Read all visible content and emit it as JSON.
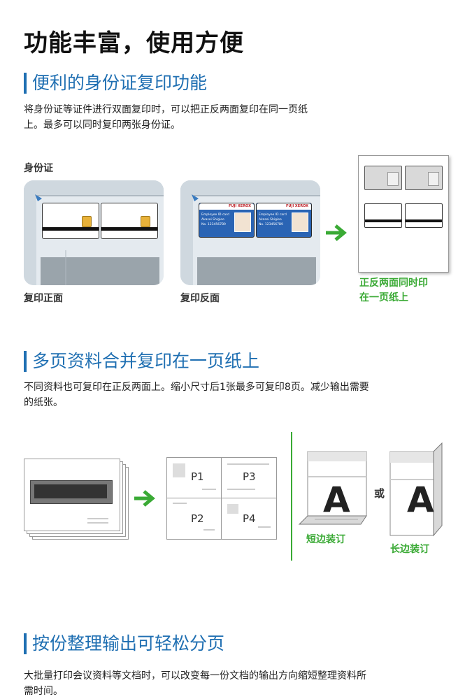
{
  "page_title": "功能丰富，使用方便",
  "section1": {
    "title": "便利的身份证复印功能",
    "desc_line1": "将身份证等证件进行双面复印时，可以把正反两面复印在同一页纸",
    "desc_line2": "上。最多可以同时复印两张身份证。",
    "label_id": "身份证",
    "cap_front": "复印正面",
    "cap_back": "复印反面",
    "cap_result_line1": "正反两面同时印",
    "cap_result_line2": "在一页纸上",
    "card_brand": "FUJI XEROX",
    "card_text1": "Employee ID card",
    "card_text2": "Akasei Shigieo",
    "card_text3": "No. 1234567B9"
  },
  "section2": {
    "title": "多页资料合并复印在一页纸上",
    "desc_line1": "不同资料也可复印在正反两面上。缩小尺寸后1张最多可复印8页。减少输出需要",
    "desc_line2": "的纸张。",
    "p1": "P1",
    "p2": "P2",
    "p3": "P3",
    "p4": "P4",
    "big_letter": "A",
    "or": "或",
    "cap_short": "短边装订",
    "cap_long": "长边装订"
  },
  "section3": {
    "title": "按份整理输出可轻松分页",
    "desc_line1": "大批量打印会议资料等文档时，可以改变每一份文档的输出方向缩短整理资料所",
    "desc_line2": "需时间。"
  },
  "colors": {
    "accent_blue": "#1f6fb2",
    "accent_green": "#3aaa35"
  }
}
